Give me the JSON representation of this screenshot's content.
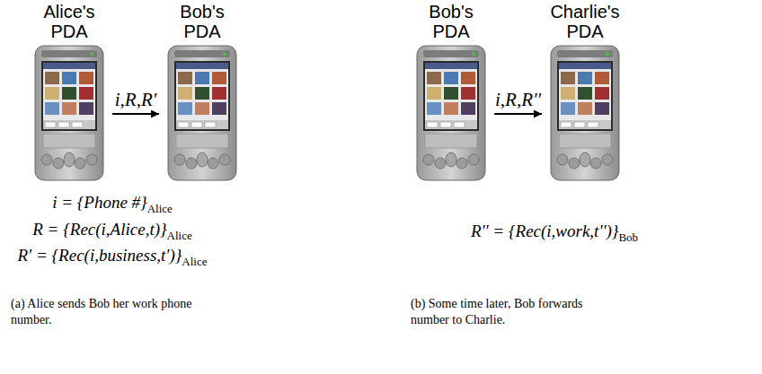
{
  "diagram": {
    "nodes": [
      {
        "text": [
          "Alice's PDA"
        ]
      },
      {
        "text": [
          "Bob's PDA"
        ]
      },
      {
        "text": [
          "Bob's PDA"
        ]
      },
      {
        "text": [
          "Charlie's PDA"
        ]
      }
    ],
    "edges": [
      {
        "from": 0,
        "to": 1,
        "label": "i,R,R'",
        "arrow": "to"
      },
      {
        "from": 2,
        "to": 3,
        "label": "i,R,R''",
        "arrow": "to"
      }
    ],
    "labels": [
      "i = {Phone #}",
      "Alice",
      "R = {Rec(i,Alice,t)}",
      "Alice",
      "R' = {Rec(i,business,t')}",
      "Alice",
      "R'' = {Rec(i,work,t'')}",
      "Bob",
      "(a) Alice sends Bob her work phone number.",
      "(b) Some time later, Bob forwards number to Charlie."
    ]
  }
}
